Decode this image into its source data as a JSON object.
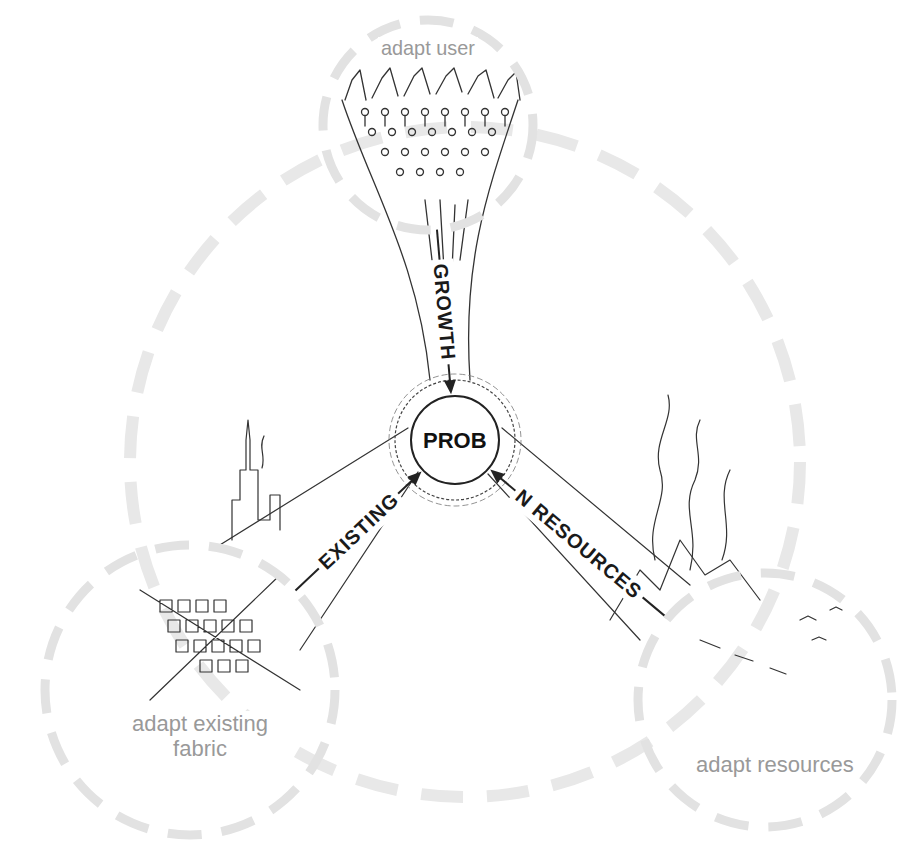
{
  "diagram": {
    "nodes": [
      {
        "text": [
          "adapt user"
        ]
      },
      {
        "text": [
          "PROB"
        ]
      },
      {
        "text": [
          "adapt existing fabric"
        ]
      },
      {
        "text": [
          "adapt resources"
        ]
      }
    ],
    "edges": [
      {
        "from": 0,
        "to": 1,
        "arrow": "to",
        "label": "GROWTH"
      },
      {
        "from": 2,
        "to": 1,
        "arrow": "to",
        "label": "EXISTING"
      },
      {
        "from": 3,
        "to": 1,
        "arrow": "to",
        "label": "N RESOURCES"
      }
    ]
  }
}
